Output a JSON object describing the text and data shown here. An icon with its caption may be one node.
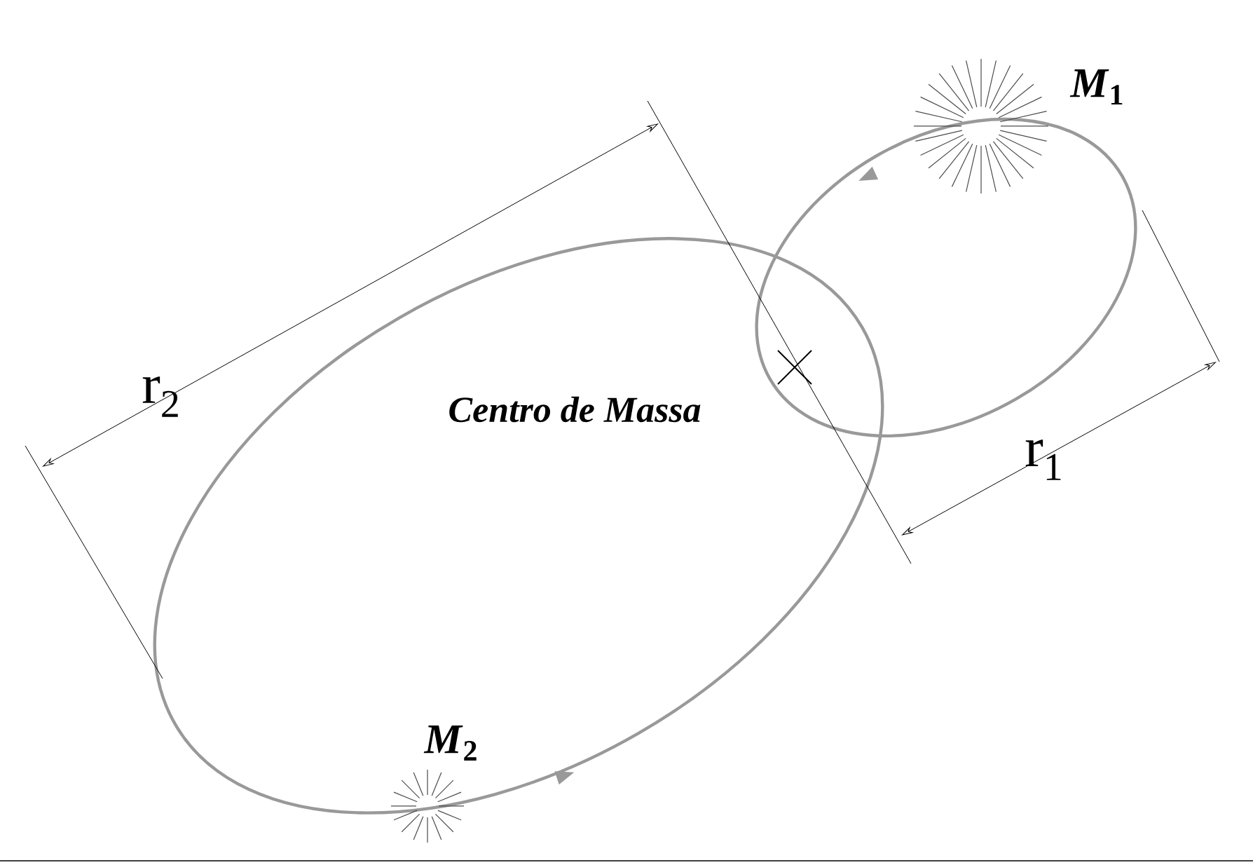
{
  "diagram": {
    "labels": [
      "*M*$_{1}$",
      "r$_{2}$",
      "Centro de Massa",
      "r$_{1}$",
      "*M*$_{2}$"
    ]
  }
}
